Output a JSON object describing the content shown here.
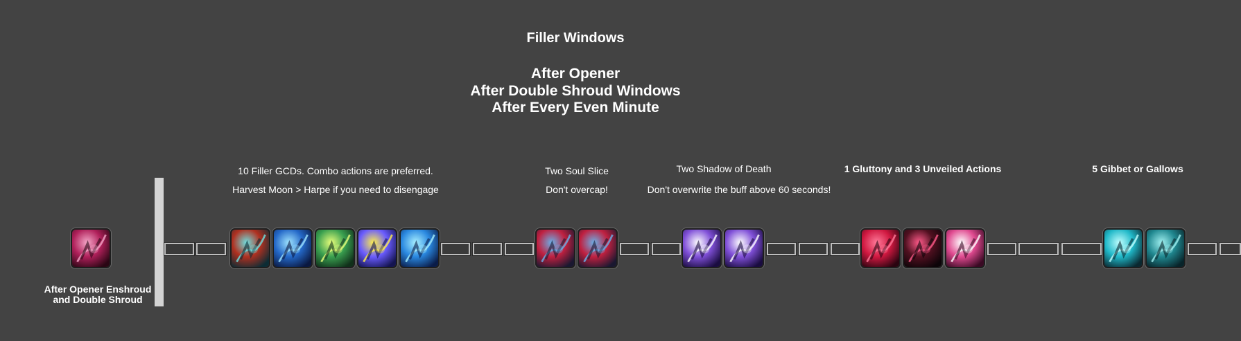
{
  "header": {
    "title": "Filler Windows",
    "lines": [
      "After Opener",
      "After Double Shroud Windows",
      "After Every Even Minute"
    ]
  },
  "notes": {
    "filler_line1": "10 Filler GCDs. Combo actions are preferred.",
    "filler_line2": "Harvest Moon > Harpe if you need to disengage",
    "soul_line1": "Two Soul Slice",
    "soul_line2": "Don't overcap!",
    "shadow_line1": "Two Shadow of Death",
    "shadow_line2": "Don't overwrite the buff above 60 seconds!",
    "gluttony": "1 Gluttony  and 3 Unveiled Actions",
    "gibbet": "5 Gibbet or Gallows"
  },
  "start": {
    "caption_line1": "After Opener Enshroud",
    "caption_line2": "and Double Shroud"
  },
  "icons": [
    {
      "name": "enshroud-icon",
      "colors": [
        "#f4a6c8",
        "#b0205a",
        "#2a0614"
      ]
    },
    {
      "name": "filler-action-1-icon",
      "colors": [
        "#6fe0e0",
        "#b03020",
        "#0c2c34"
      ]
    },
    {
      "name": "filler-action-2-icon",
      "colors": [
        "#9fe4ff",
        "#2468c8",
        "#0a1840"
      ]
    },
    {
      "name": "filler-action-3-icon",
      "colors": [
        "#e8ff7a",
        "#3aa050",
        "#10301a"
      ]
    },
    {
      "name": "filler-action-4-icon",
      "colors": [
        "#fff04a",
        "#6a5cff",
        "#141450"
      ]
    },
    {
      "name": "filler-action-5-icon",
      "colors": [
        "#a8f0ff",
        "#2a88e0",
        "#0a1c48"
      ]
    },
    {
      "name": "soul-slice-icon-1",
      "colors": [
        "#6ab0e8",
        "#c02040",
        "#1a1830"
      ]
    },
    {
      "name": "soul-slice-icon-2",
      "colors": [
        "#6ab0e8",
        "#c02040",
        "#1a1830"
      ]
    },
    {
      "name": "shadow-of-death-icon-1",
      "colors": [
        "#ffffff",
        "#8050d8",
        "#1a0c40"
      ]
    },
    {
      "name": "shadow-of-death-icon-2",
      "colors": [
        "#ffffff",
        "#8050d8",
        "#1a0c40"
      ]
    },
    {
      "name": "gluttony-icon",
      "colors": [
        "#ff7a9a",
        "#d01840",
        "#2a0410"
      ]
    },
    {
      "name": "unveiled-action-icon-1",
      "colors": [
        "#ff5a8a",
        "#501020",
        "#0c0408"
      ]
    },
    {
      "name": "unveiled-action-icon-2",
      "colors": [
        "#ffffff",
        "#e04a90",
        "#3a0a24"
      ]
    },
    {
      "name": "gibbet-icon",
      "colors": [
        "#c0ffff",
        "#20b8c8",
        "#0a2830"
      ]
    },
    {
      "name": "gallows-icon",
      "colors": [
        "#a0f0f0",
        "#208890",
        "#08242a"
      ]
    }
  ]
}
